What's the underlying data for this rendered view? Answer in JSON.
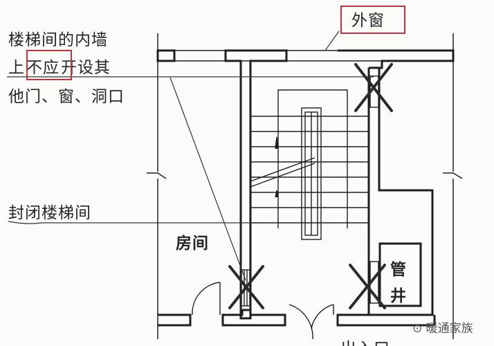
{
  "labels": {
    "line1": "楼梯间的内墙",
    "line2_pre": "上",
    "line2_highlight": "不应",
    "line2_post": "开设其",
    "line3": "他门、窗、洞口",
    "enclosed_stair": "封闭楼梯间",
    "room": "房间",
    "exterior_window": "外窗",
    "pipe_shaft_1": "管",
    "pipe_shaft_2": "井",
    "entrance": "出入口"
  },
  "watermark": "暖通家族",
  "colors": {
    "highlight": "#c0323c",
    "line": "#1e1e1e"
  }
}
